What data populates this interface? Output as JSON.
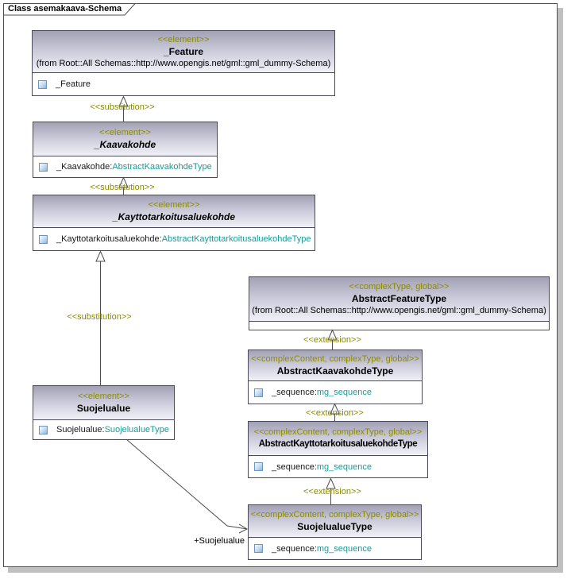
{
  "diagram": {
    "tab_title": "Class asemakaava-Schema"
  },
  "colors": {
    "stereotype_text": "#8a8a00",
    "type_reference_text": "#1a9a9a",
    "header_gradient_top": "#a2a1b4",
    "header_gradient_bottom": "#f1f1f8",
    "box_border": "#4a4a5a",
    "connector_line": "#4d4d4d",
    "frame_shadow": "#c0c0c0",
    "attribute_icon": "#8fb6dc"
  },
  "classes": [
    {
      "stereotype": "<<element>>",
      "name": "_Feature",
      "from": "(from Root::All Schemas::http://www.opengis.net/gml::gml_dummy-Schema)",
      "attributes": [
        {
          "name": "_Feature",
          "sep": "",
          "type": ""
        }
      ]
    },
    {
      "stereotype": "<<element>>",
      "name": "_Kaavakohde",
      "attributes": [
        {
          "name": "_Kaavakohde",
          "sep": ":",
          "type": "AbstractKaavakohdeType"
        }
      ]
    },
    {
      "stereotype": "<<element>>",
      "name": "_Kayttotarkoitusaluekohde",
      "attributes": [
        {
          "name": "_Kayttotarkoitusaluekohde",
          "sep": ":",
          "type": "AbstractKayttotarkoitusaluekohdeType"
        }
      ]
    },
    {
      "stereotype": "<<element>>",
      "name": "Suojelualue",
      "attributes": [
        {
          "name": "Suojelualue",
          "sep": ":",
          "type": "SuojelualueType"
        }
      ]
    },
    {
      "stereotype": "<<complexType, global>>",
      "name": "AbstractFeatureType",
      "from": "(from Root::All Schemas::http://www.opengis.net/gml::gml_dummy-Schema)",
      "attributes": []
    },
    {
      "stereotype": "<<complexContent, complexType, global>>",
      "name": "AbstractKaavakohdeType",
      "attributes": [
        {
          "name": "_sequence",
          "sep": ":",
          "type": "mg_sequence"
        }
      ]
    },
    {
      "stereotype": "<<complexContent, complexType, global>>",
      "name": "AbstractKayttotarkoitusaluekohdeType",
      "attributes": [
        {
          "name": "_sequence",
          "sep": ":",
          "type": "mg_sequence"
        }
      ]
    },
    {
      "stereotype": "<<complexContent, complexType, global>>",
      "name": "SuojelualueType",
      "attributes": [
        {
          "name": "_sequence",
          "sep": ":",
          "type": "mg_sequence"
        }
      ]
    }
  ],
  "connector_labels": {
    "substitution": "<<substitution>>",
    "extension": "<<extension>>",
    "association_role": "+Suojelualue"
  }
}
